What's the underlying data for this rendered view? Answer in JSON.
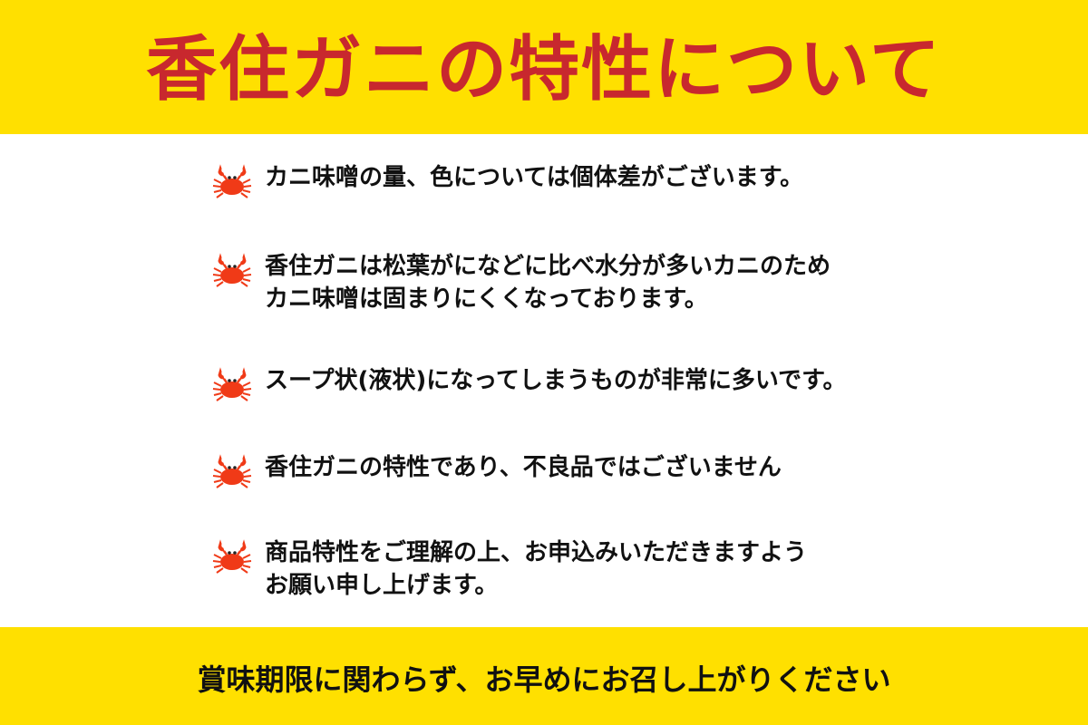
{
  "header": {
    "title": "香住ガニの特性について",
    "background_color": "#FFE000",
    "title_color": "#C8282E"
  },
  "items": [
    {
      "icon": "crab-icon",
      "lines": [
        "カニ味噌の量、色については個体差がございます。"
      ]
    },
    {
      "icon": "crab-icon",
      "lines": [
        "香住ガニは松葉がになどに比べ水分が多いカニのため",
        "カニ味噌は固まりにくくなっております。"
      ]
    },
    {
      "icon": "crab-icon",
      "lines": [
        "スープ状(液状)になってしまうものが非常に多いです。"
      ]
    },
    {
      "icon": "crab-icon",
      "lines": [
        "香住ガニの特性であり、不良品ではございません"
      ]
    },
    {
      "icon": "crab-icon",
      "lines": [
        "商品特性をご理解の上、お申込みいただきますよう",
        "お願い申し上げます。"
      ]
    }
  ],
  "footer": {
    "text": "賞味期限に関わらず、お早めにお召し上がりください",
    "background_color": "#FFE000"
  },
  "colors": {
    "crab": "#F03A17",
    "text": "#111111"
  }
}
